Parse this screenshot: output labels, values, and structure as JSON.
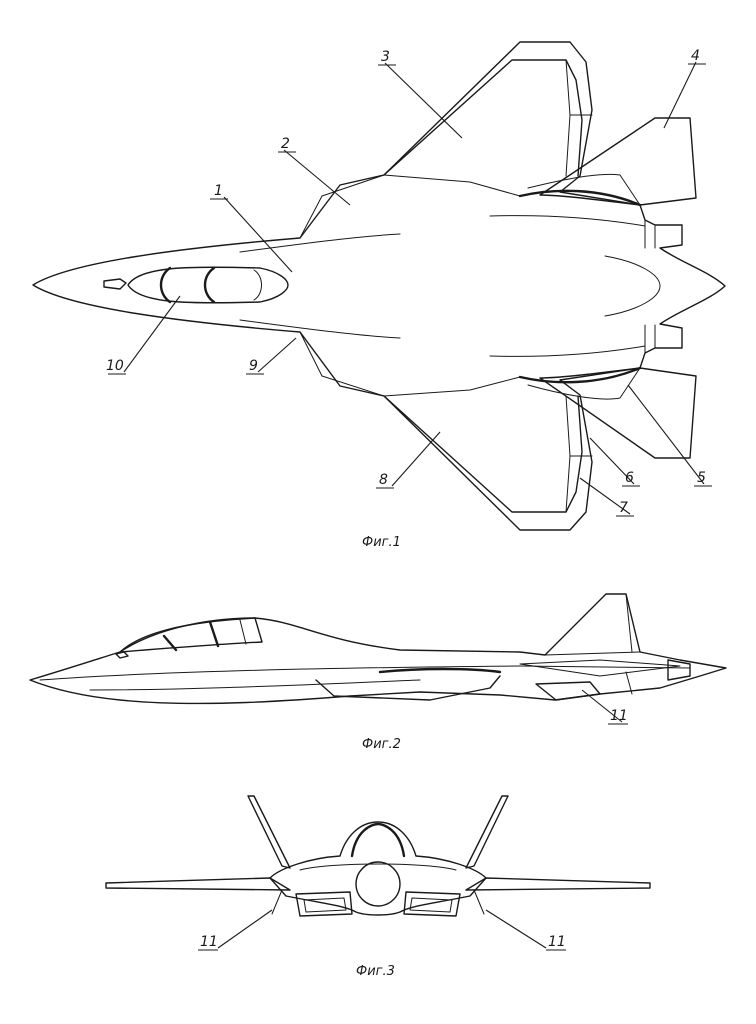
{
  "figures": [
    {
      "id": "fig1",
      "caption": "Фиг.1",
      "callouts": [
        "1",
        "2",
        "3",
        "4",
        "5",
        "6",
        "7",
        "8",
        "9",
        "10"
      ]
    },
    {
      "id": "fig2",
      "caption": "Фиг.2",
      "callouts": [
        "11"
      ]
    },
    {
      "id": "fig3",
      "caption": "Фиг.3",
      "callouts": [
        "11",
        "11"
      ]
    }
  ]
}
